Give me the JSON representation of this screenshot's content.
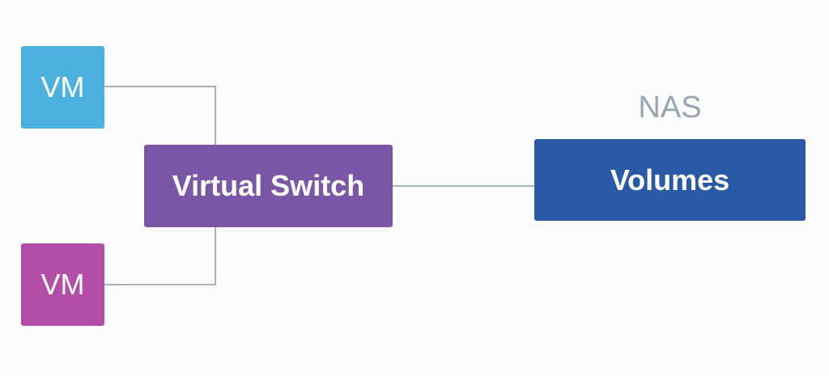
{
  "nodes": {
    "vm_top": {
      "label": "VM",
      "color": "#4db1e0"
    },
    "vm_bottom": {
      "label": "VM",
      "color": "#b24ea8"
    },
    "virtual_switch": {
      "label": "Virtual Switch",
      "color": "#7a57a6"
    },
    "volumes": {
      "label": "Volumes",
      "color": "#2a5aa7"
    }
  },
  "group_label": "NAS",
  "colors": {
    "connector": "#a7b2bf",
    "group_label": "#9aa5b4",
    "background": "#fcfcfc"
  },
  "edges": [
    {
      "from": "vm_top",
      "to": "virtual_switch"
    },
    {
      "from": "vm_bottom",
      "to": "virtual_switch"
    },
    {
      "from": "virtual_switch",
      "to": "volumes"
    }
  ]
}
